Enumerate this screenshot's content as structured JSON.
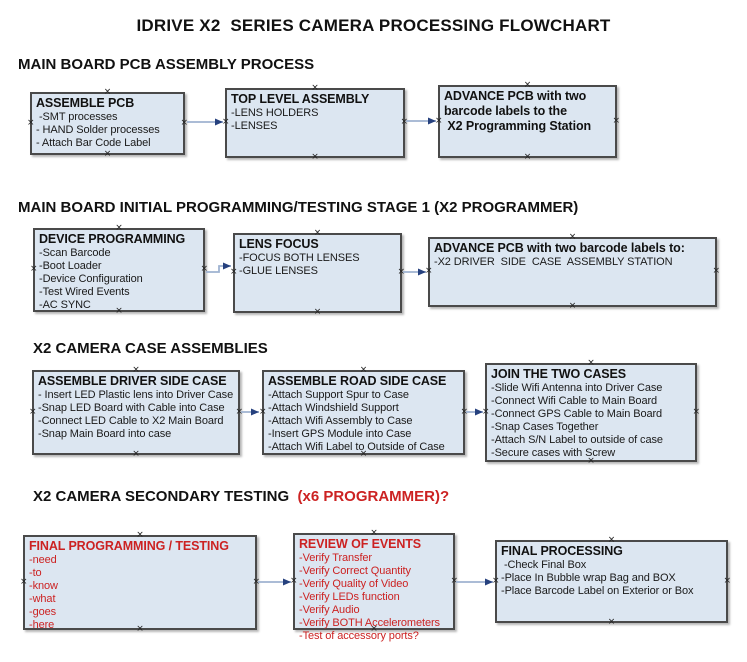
{
  "title": "IDRIVE X2  SERIES CAMERA PROCESSING FLOWCHART",
  "colors": {
    "box_fill": "#dce6f1",
    "box_border": "#4a4a4a",
    "arrow_line": "#9fb3d1",
    "arrow_head": "#26417e",
    "red_accent": "#cc2222",
    "text": "#111111"
  },
  "decor": {
    "handle_glyph": "×"
  },
  "sections": [
    {
      "heading": "MAIN BOARD PCB ASSEMBLY PROCESS",
      "boxes": [
        {
          "title": "ASSEMBLE PCB",
          "items": [
            " -SMT processes",
            "- HAND Solder processes",
            "- Attach Bar Code Label"
          ]
        },
        {
          "title": "TOP LEVEL ASSEMBLY",
          "items": [
            "-LENS HOLDERS",
            "-LENSES"
          ]
        },
        {
          "title": "ADVANCE PCB with two\nbarcode labels to the\n X2 Programming Station",
          "items": []
        }
      ]
    },
    {
      "heading": "MAIN BOARD INITIAL PROGRAMMING/TESTING STAGE 1 (X2 PROGRAMMER)",
      "boxes": [
        {
          "title": "DEVICE PROGRAMMING",
          "items": [
            "-Scan Barcode",
            "-Boot Loader",
            "-Device Configuration",
            "-Test Wired Events",
            "-AC SYNC"
          ]
        },
        {
          "title": "LENS FOCUS",
          "items": [
            "-FOCUS BOTH LENSES",
            "-GLUE LENSES"
          ]
        },
        {
          "title": "ADVANCE PCB with two barcode labels to:",
          "items": [
            "-X2 DRIVER  SIDE  CASE  ASSEMBLY STATION"
          ]
        }
      ]
    },
    {
      "heading": "X2 CAMERA CASE ASSEMBLIES",
      "boxes": [
        {
          "title": "ASSEMBLE DRIVER SIDE CASE",
          "items": [
            "- Insert LED Plastic lens into Driver Case",
            "-Snap LED Board with Cable into Case",
            "-Connect LED Cable to X2 Main Board",
            "-Snap Main Board into case"
          ]
        },
        {
          "title": "ASSEMBLE ROAD SIDE CASE",
          "items": [
            "-Attach Support Spur to Case",
            "-Attach Windshield Support",
            "-Attach Wifi Assembly to Case",
            "-Insert GPS Module into Case",
            "-Attach Wifi Label to Outside of Case"
          ]
        },
        {
          "title": "JOIN THE TWO CASES",
          "items": [
            "-Slide Wifi Antenna into Driver Case",
            "-Connect Wifi Cable to Main Board",
            "-Connect GPS Cable to Main Board",
            "-Snap Cases Together",
            "-Attach S/N Label to outside of case",
            "-Secure cases with Screw"
          ]
        }
      ]
    },
    {
      "heading": "X2 CAMERA SECONDARY TESTING  ",
      "heading_suffix": "(x6 PROGRAMMER)?",
      "boxes": [
        {
          "title": "FINAL PROGRAMMING / TESTING",
          "items": [
            "-need",
            "-to",
            "-know",
            "-what",
            "-goes",
            "-here"
          ]
        },
        {
          "title": "REVIEW OF EVENTS",
          "items": [
            "-Verify Transfer",
            "-Verify Correct Quantity",
            "-Verify Quality of Video",
            "-Verify LEDs function",
            "-Verify Audio",
            "-Verify BOTH Accelerometers",
            "-Test of accessory ports?"
          ]
        },
        {
          "title": "FINAL PROCESSING",
          "items": [
            " -Check Final Box",
            "-Place In Bubble wrap Bag and BOX",
            "-Place Barcode Label on Exterior or Box"
          ]
        }
      ]
    }
  ]
}
